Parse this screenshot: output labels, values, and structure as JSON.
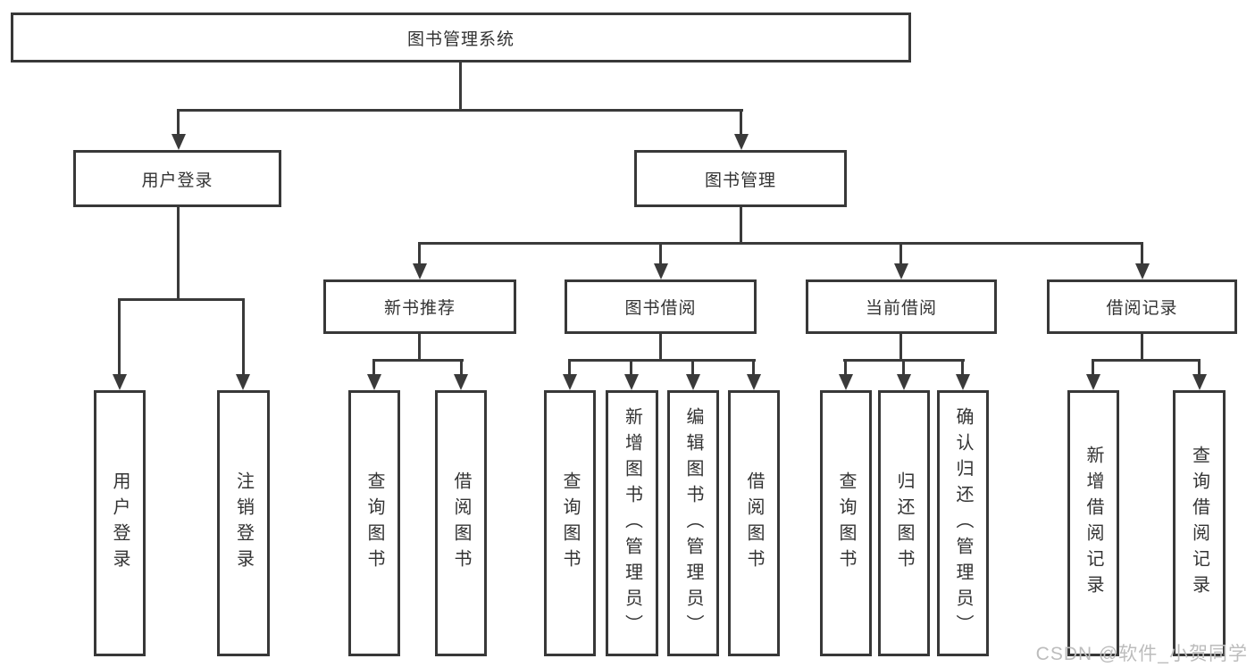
{
  "diagram": {
    "root": {
      "label": "图书管理系统"
    },
    "level2": {
      "user_login": {
        "label": "用户登录"
      },
      "book_management": {
        "label": "图书管理"
      }
    },
    "level3": {
      "new_book_recommend": {
        "label": "新书推荐"
      },
      "book_borrowing": {
        "label": "图书借阅"
      },
      "current_borrowing": {
        "label": "当前借阅"
      },
      "borrow_records": {
        "label": "借阅记录"
      }
    },
    "leaves": {
      "user_login": [
        "用户登录",
        "注销登录"
      ],
      "new_book_recommend": [
        "查询图书",
        "借阅图书"
      ],
      "book_borrowing": [
        "查询图书",
        "新增图书（管理员）",
        "编辑图书（管理员）",
        "借阅图书"
      ],
      "current_borrowing": [
        "查询图书",
        "归还图书",
        "确认归还（管理员）"
      ],
      "borrow_records": [
        "新增借阅记录",
        "查询借阅记录"
      ]
    }
  },
  "watermark": {
    "text": "CSDN @软件_小贺同学"
  },
  "colors": {
    "line": "#3a3a3a",
    "text": "#333333",
    "watermark": "#bcbcbc",
    "background": "#ffffff"
  }
}
